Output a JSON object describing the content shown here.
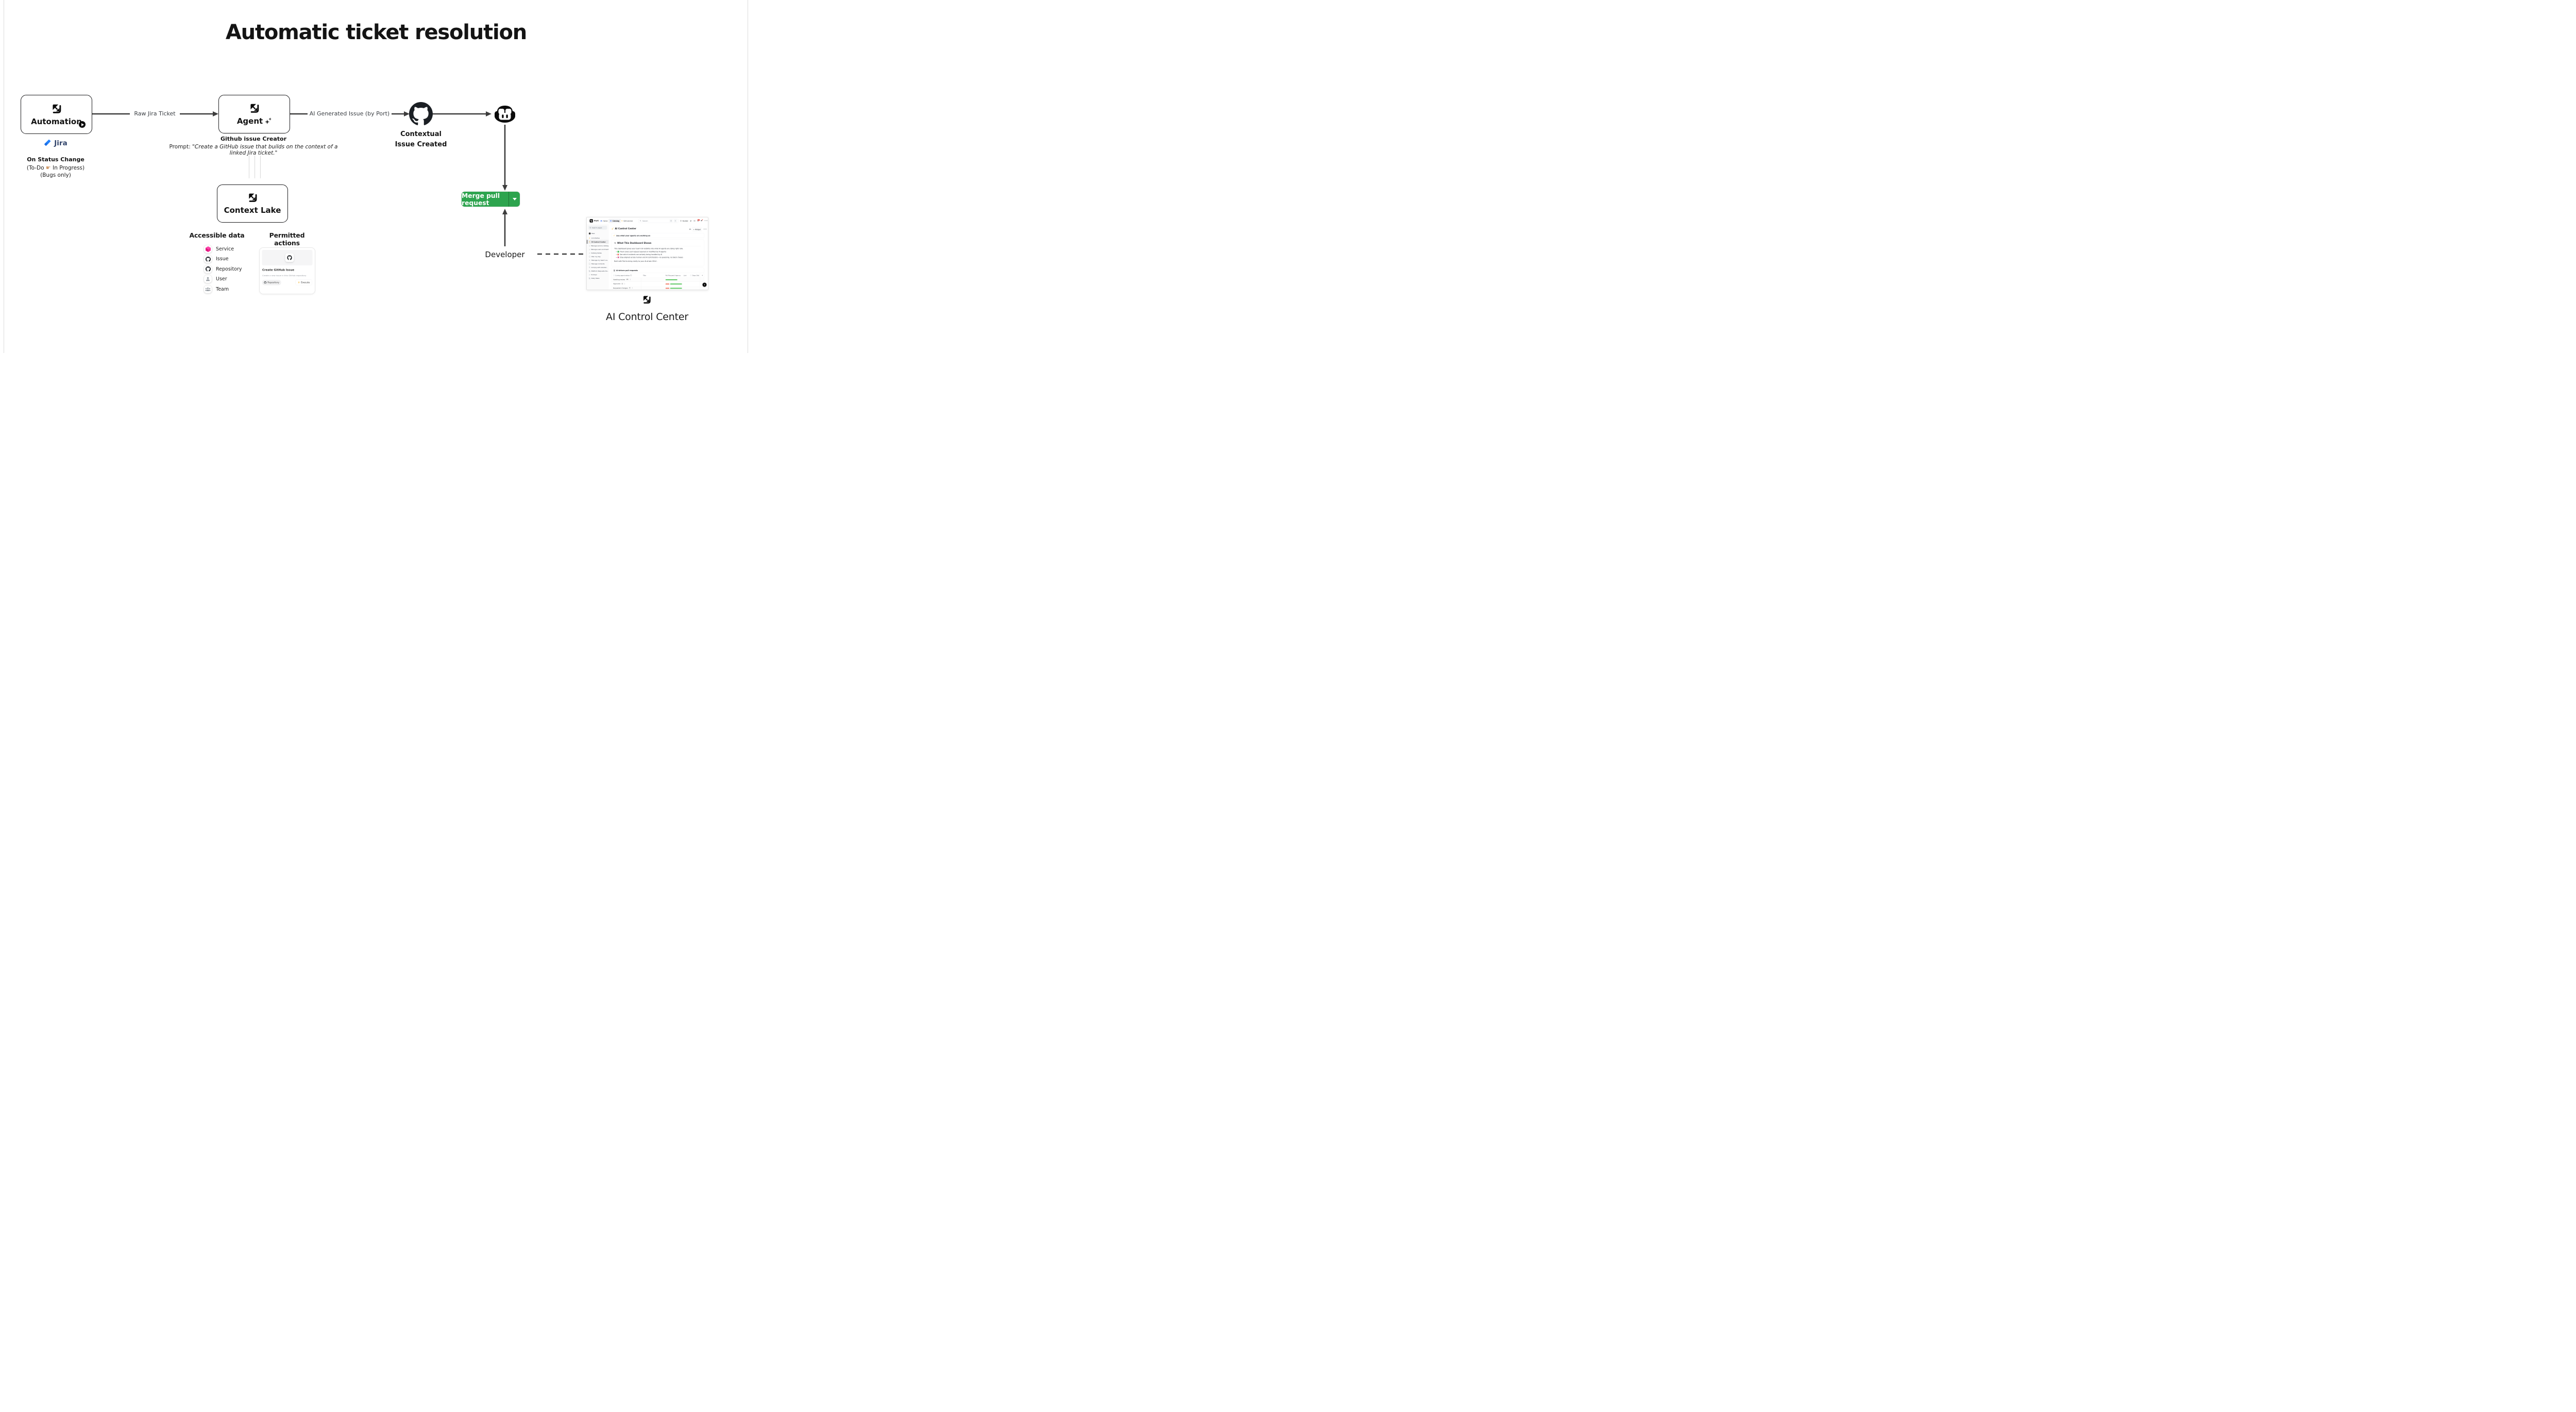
{
  "title": "Automatic ticket resolution",
  "colors": {
    "merge_green": "#2da44e",
    "jira_blue": "#2684ff",
    "service_pink": "#ed2d92",
    "spark_amber": "#f0b429",
    "bar_green": "#4cc152",
    "bar_red": "#f0705a"
  },
  "nodes": {
    "automation": {
      "label": "Automation"
    },
    "agent": {
      "label": "Agent"
    },
    "context_lake": {
      "label": "Context Lake"
    }
  },
  "jira": {
    "brand": "Jira",
    "line1": "On Status Change",
    "line2_pre": "(To-Do",
    "line2_post": "In Progress)",
    "line3": "(Bugs only)"
  },
  "edges": {
    "raw_ticket": "Raw Jira Ticket",
    "ai_issue": "AI Generated Issue (by Port)"
  },
  "agent_sub": {
    "title": "Github issue Creator",
    "prompt_label": "Prompt:",
    "prompt_quote": "\"Create a GitHub issue that builds on the context of a linked Jira ticket.\""
  },
  "github_caption": {
    "line1": "Contextual",
    "line2": "Issue Created"
  },
  "merge_button": {
    "label": "Merge pull request"
  },
  "developer_label": "Developer",
  "control_center_label": "AI Control Center",
  "accessible_data": {
    "heading": "Accessible data",
    "items": [
      {
        "label": "Service",
        "icon": "cube-icon"
      },
      {
        "label": "Issue",
        "icon": "github-icon"
      },
      {
        "label": "Repository",
        "icon": "github-icon"
      },
      {
        "label": "User",
        "icon": "user-icon"
      },
      {
        "label": "Team",
        "icon": "team-icon"
      }
    ]
  },
  "permitted_actions": {
    "heading": "Permitted actions",
    "card": {
      "title": "Create GitHub Issue",
      "description": "Create a new issue in this GitHub repository",
      "tag": "Repository",
      "execute": "Execute"
    }
  },
  "thumbnail": {
    "topbar": {
      "brand": "Port",
      "nav": [
        {
          "label": "Home"
        },
        {
          "label": "Catalog"
        },
        {
          "label": "Self-service"
        }
      ],
      "search_placeholder": "Search",
      "key1": "⌘",
      "key2": "K",
      "builder": "Builder",
      "notif_count": "2"
    },
    "sidebar": {
      "search_placeholder": "Search pages",
      "items": [
        {
          "label": "New"
        },
        {
          "label": "AI Initiative"
        },
        {
          "label": "AI Control Center"
        },
        {
          "label": "Manage service catalog"
        },
        {
          "label": "Manage users and teams"
        },
        {
          "label": "Catalog tables"
        },
        {
          "label": "Plan my day"
        },
        {
          "label": "Manage my team's w.."
        },
        {
          "label": "Manage incidents"
        },
        {
          "label": "Comply with standar.."
        },
        {
          "label": "Platform Requests Da.."
        },
        {
          "label": "Surveys"
        },
        {
          "label": "Daily Tasks"
        }
      ]
    },
    "main": {
      "title": "AI Control Center",
      "widget_button": "+ Widget",
      "banner": "See what your agents are working on",
      "section_title": "What This Dashboard Shows",
      "paragraph": "This dashboard gives your team full visibility into what AI agents are doing right now.",
      "bullets": [
        {
          "text": "Track every pull request opened or modified by AI agents"
        },
        {
          "text": "See which incidents are actively being handled by AI"
        },
        {
          "text": "Stay aligned across human and AI contributors—no guessing, no Slack chases"
        }
      ],
      "footer": "Built with Port to bring clarity to your AI-driven SDLC."
    },
    "table": {
      "title": "AI-driven pull requests",
      "columns": [
        "Coding agent status",
        "Title",
        "Pull Request Urgency",
        "Link",
        "Days Old",
        "(",
        "+"
      ],
      "rows": [
        {
          "status": "Awaiting review",
          "count": "20"
        },
        {
          "status": "Approved",
          "count": "5"
        },
        {
          "status": "Requested changes",
          "count": "4"
        }
      ],
      "help": "?"
    }
  }
}
